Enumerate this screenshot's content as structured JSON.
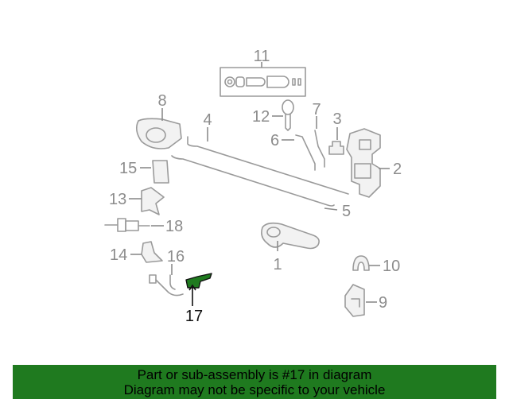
{
  "labels": {
    "p1": "1",
    "p2": "2",
    "p3": "3",
    "p4": "4",
    "p5": "5",
    "p6": "6",
    "p7": "7",
    "p8": "8",
    "p9": "9",
    "p10": "10",
    "p11": "11",
    "p12": "12",
    "p13": "13",
    "p14": "14",
    "p15": "15",
    "p16": "16",
    "p17": "17",
    "p18": "18"
  },
  "highlight_color": "#1f7a1f",
  "banner": {
    "line1": "Part or sub-assembly is #17 in diagram",
    "line2": "Diagram may not be specific to your vehicle"
  }
}
